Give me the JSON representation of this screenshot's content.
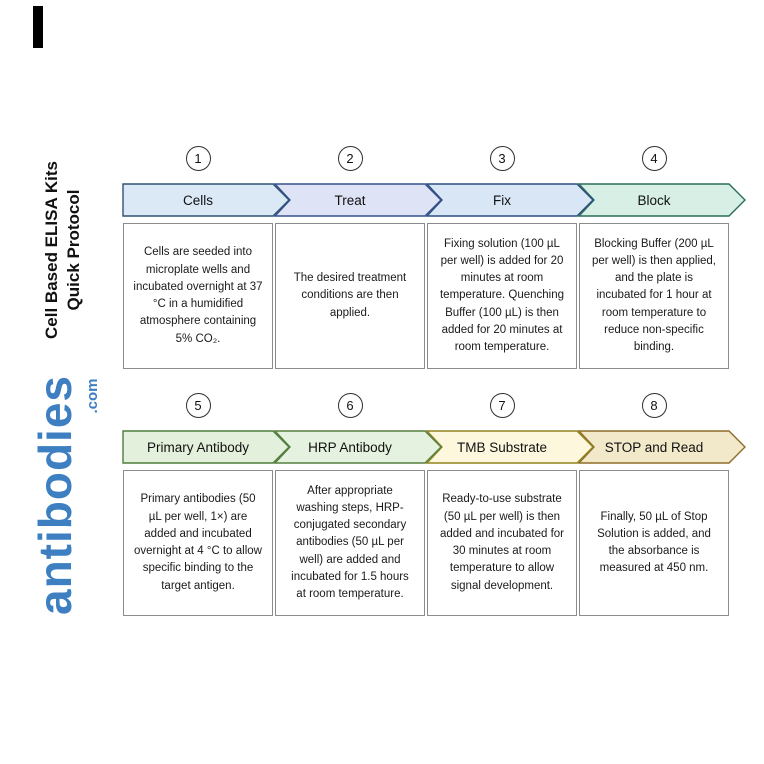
{
  "page": {
    "background": "#ffffff"
  },
  "sidebar": {
    "title_line1": "Cell Based ELISA Kits",
    "title_line2": "Quick Protocol",
    "brand": "antibodies",
    "brand_suffix": ".com",
    "brand_color": "#3d7fc1"
  },
  "steps": [
    {
      "number": "1",
      "label": "Cells",
      "fill": "#dbe9f6",
      "border": "#2f5374",
      "description": "Cells are seeded into microplate wells and incubated overnight at 37 °C in a humidified atmosphere containing 5% CO₂."
    },
    {
      "number": "2",
      "label": "Treat",
      "fill": "#dfe3f6",
      "border": "#37508f",
      "description": "The desired treatment conditions are then applied."
    },
    {
      "number": "3",
      "label": "Fix",
      "fill": "#d9e6f6",
      "border": "#2d4d7e",
      "description": "Fixing solution (100 µL per well) is added for 20 minutes at room temperature. Quenching Buffer (100 µL) is then added for 20 minutes at room temperature."
    },
    {
      "number": "4",
      "label": "Block",
      "fill": "#d7efe5",
      "border": "#2c6e5c",
      "description": "Blocking Buffer (200 µL per well) is then applied, and the plate is incubated for 1 hour at room temperature to reduce non-specific binding."
    },
    {
      "number": "5",
      "label": "Primary Antibody",
      "fill": "#e3f1dc",
      "border": "#4f7d3d",
      "description": "Primary antibodies (50 µL per well, 1×) are added and incubated overnight at 4 °C to allow specific binding to the target antigen."
    },
    {
      "number": "6",
      "label": "HRP Antibody",
      "fill": "#e5f2df",
      "border": "#55803f",
      "description": "After appropriate washing steps, HRP-conjugated secondary antibodies (50 µL per well) are added and incubated for 1.5 hours at room temperature."
    },
    {
      "number": "7",
      "label": "TMB Substrate",
      "fill": "#fcf7dd",
      "border": "#8f831f",
      "description": "Ready-to-use substrate (50 µL per well) is then added and incubated for 30 minutes at room temperature to allow signal development."
    },
    {
      "number": "8",
      "label": "STOP and Read",
      "fill": "#f2e8ca",
      "border": "#8d6e2a",
      "description": "Finally, 50 µL of Stop Solution is added, and the absorbance is measured at 450 nm."
    }
  ]
}
